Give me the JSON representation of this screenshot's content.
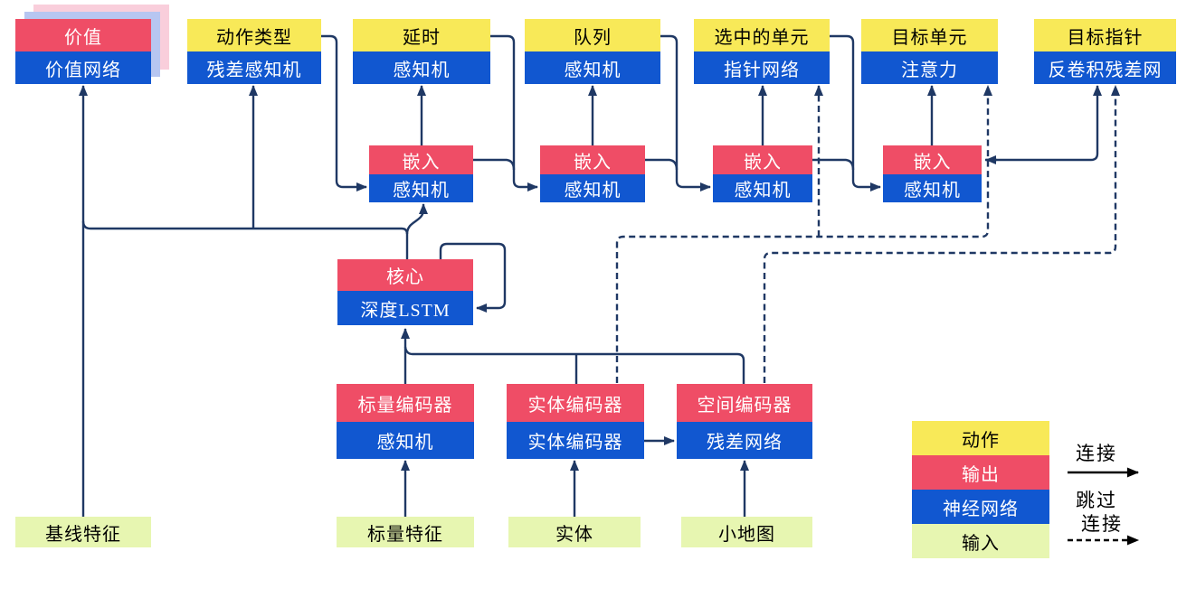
{
  "nodes": {
    "value": {
      "top": "价值",
      "bottom": "价值网络"
    },
    "action_type": {
      "top": "动作类型",
      "bottom": "残差感知机"
    },
    "delay": {
      "top": "延时",
      "bottom": "感知机"
    },
    "queued": {
      "top": "队列",
      "bottom": "感知机"
    },
    "selected_units": {
      "top": "选中的单元",
      "bottom": "指针网络"
    },
    "target_unit": {
      "top": "目标单元",
      "bottom": "注意力"
    },
    "target_point": {
      "top": "目标指针",
      "bottom": "反卷积残差网"
    },
    "embedding1": {
      "top": "嵌入",
      "bottom": "感知机"
    },
    "embedding2": {
      "top": "嵌入",
      "bottom": "感知机"
    },
    "embedding3": {
      "top": "嵌入",
      "bottom": "感知机"
    },
    "embedding4": {
      "top": "嵌入",
      "bottom": "感知机"
    },
    "core": {
      "top": "核心",
      "bottom": "深度LSTM"
    },
    "scalar_encoder": {
      "top": "标量编码器",
      "bottom": "感知机"
    },
    "entity_encoder": {
      "top": "实体编码器",
      "bottom": "实体编码器"
    },
    "spatial_encoder": {
      "top": "空间编码器",
      "bottom": "残差网络"
    },
    "baseline_features": {
      "label": "基线特征"
    },
    "scalar_features": {
      "label": "标量特征"
    },
    "entities": {
      "label": "实体"
    },
    "minimap": {
      "label": "小地图"
    }
  },
  "legend": {
    "items": [
      {
        "label": "动作",
        "color": "#f8e958"
      },
      {
        "label": "输出",
        "color": "#ef4d66"
      },
      {
        "label": "神经网络",
        "color": "#1157d0"
      },
      {
        "label": "输入",
        "color": "#e7f6b1"
      }
    ],
    "solid_label": "连接",
    "dashed_label_line1": "跳过",
    "dashed_label_line2": "连接"
  },
  "colors": {
    "action_yellow": "#f8e958",
    "output_red": "#ef4d66",
    "network_blue": "#1157d0",
    "input_green": "#e7f6b1",
    "wire_navy": "#1f3864",
    "legend_arrow_black": "#000000",
    "value_shadow_pink": "#f9cedb",
    "value_shadow_periwinkle": "#b7c6f1",
    "background": "#ffffff"
  },
  "edges": {
    "solid": [
      {
        "from": "baseline_features",
        "to": "value"
      },
      {
        "from": "core",
        "to": "value"
      },
      {
        "from": "core",
        "to": "action_type"
      },
      {
        "from": "core",
        "to": "embedding1"
      },
      {
        "from": "core",
        "to": "core",
        "note": "recurrent-loop"
      },
      {
        "from": "action_type",
        "to": "embedding1"
      },
      {
        "from": "embedding1",
        "to": "delay"
      },
      {
        "from": "delay",
        "to": "embedding2"
      },
      {
        "from": "embedding1",
        "to": "embedding2"
      },
      {
        "from": "embedding2",
        "to": "queued"
      },
      {
        "from": "queued",
        "to": "embedding3"
      },
      {
        "from": "embedding2",
        "to": "embedding3"
      },
      {
        "from": "embedding3",
        "to": "selected_units"
      },
      {
        "from": "selected_units",
        "to": "embedding4"
      },
      {
        "from": "embedding3",
        "to": "embedding4"
      },
      {
        "from": "embedding4",
        "to": "target_unit"
      },
      {
        "from": "embedding4",
        "to": "target_point"
      },
      {
        "from": "scalar_encoder",
        "to": "core"
      },
      {
        "from": "entity_encoder",
        "to": "core"
      },
      {
        "from": "spatial_encoder",
        "to": "core"
      },
      {
        "from": "entity_encoder",
        "to": "spatial_encoder"
      },
      {
        "from": "scalar_features",
        "to": "scalar_encoder"
      },
      {
        "from": "entities",
        "to": "entity_encoder"
      },
      {
        "from": "minimap",
        "to": "spatial_encoder"
      }
    ],
    "dashed_skip": [
      {
        "from": "entity_encoder",
        "to": "selected_units"
      },
      {
        "from": "entity_encoder",
        "to": "target_unit"
      },
      {
        "from": "spatial_encoder",
        "to": "target_point"
      }
    ]
  }
}
